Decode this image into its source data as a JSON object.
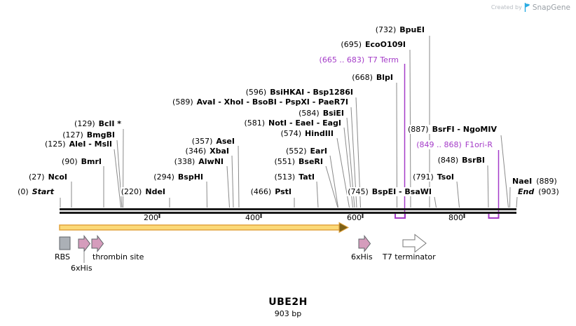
{
  "credit": {
    "prefix": "Created by",
    "brand": "SnapGene"
  },
  "title": {
    "name": "UBE2H",
    "length": "903 bp"
  },
  "ruler": {
    "ticks": [
      "200",
      "400",
      "600",
      "800"
    ]
  },
  "colors": {
    "site_line": "#8a8a8a",
    "purple_label": "#A43BC8",
    "orf_fill": "#FBD978",
    "orf_stroke": "#E2A33D",
    "orf_head": "#7d6016",
    "feature_pink": "#D59CBC",
    "feature_gray": "#ABB0B6",
    "brand_blue": "#29ABE2"
  },
  "sites": [
    {
      "pos": "(0)",
      "name": "Start"
    },
    {
      "pos": "(27)",
      "name": "NcoI"
    },
    {
      "pos": "(90)",
      "name": "BmrI"
    },
    {
      "pos": "(125)",
      "name": "AleI - MslI"
    },
    {
      "pos": "(127)",
      "name": "BmgBI"
    },
    {
      "pos": "(129)",
      "name": "BclI *"
    },
    {
      "pos": "(220)",
      "name": "NdeI"
    },
    {
      "pos": "(294)",
      "name": "BspHI"
    },
    {
      "pos": "(338)",
      "name": "AlwNI"
    },
    {
      "pos": "(346)",
      "name": "XbaI"
    },
    {
      "pos": "(357)",
      "name": "AseI"
    },
    {
      "pos": "(466)",
      "name": "PstI"
    },
    {
      "pos": "(513)",
      "name": "TatI"
    },
    {
      "pos": "(551)",
      "name": "BseRI"
    },
    {
      "pos": "(552)",
      "name": "EarI"
    },
    {
      "pos": "(574)",
      "name": "HindIII"
    },
    {
      "pos": "(581)",
      "name": "NotI - EaeI - EagI"
    },
    {
      "pos": "(584)",
      "name": "BsiEI"
    },
    {
      "pos": "(589)",
      "name": "AvaI - XhoI - BsoBI - PspXI - PaeR7I"
    },
    {
      "pos": "(596)",
      "name": "BsiHKAI - Bsp1286I"
    },
    {
      "pos": "(668)",
      "name": "BlpI"
    },
    {
      "pos": "(665 .. 683)",
      "name": "T7 Term"
    },
    {
      "pos": "(695)",
      "name": "EcoO109I"
    },
    {
      "pos": "(732)",
      "name": "BpuEI"
    },
    {
      "pos": "(745)",
      "name": "BspEI - BsaWI"
    },
    {
      "pos": "(791)",
      "name": "TsoI"
    },
    {
      "pos": "(848)",
      "name": "BsrBI"
    },
    {
      "pos": "(849 .. 868)",
      "name": "F1ori-R"
    },
    {
      "pos": "(887)",
      "name": "BsrFI - NgoMIV"
    },
    {
      "pos": "(889)",
      "name": "NaeI"
    },
    {
      "pos": "(903)",
      "name": "End"
    }
  ],
  "features": {
    "rbs": "RBS",
    "his_left": "6xHis",
    "thrombin": "thrombin site",
    "his_right": "6xHis",
    "t7_terminator": "T7 terminator"
  }
}
